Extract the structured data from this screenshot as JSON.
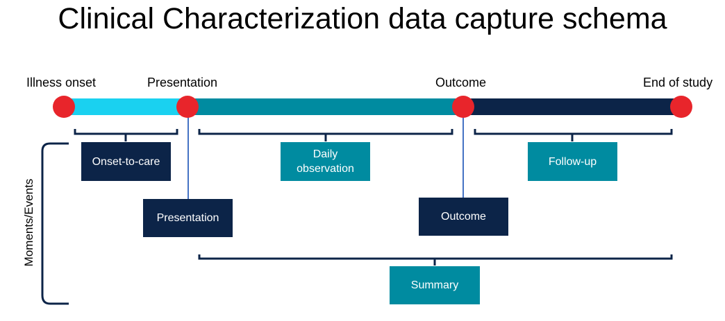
{
  "title": "Clinical Characterization data capture schema",
  "colors": {
    "node": "#e8252b",
    "light_segment": "#1ad1f0",
    "teal": "#008ba0",
    "navy": "#0c2448",
    "bracket": "#0c2448",
    "connector": "#4472c4"
  },
  "timeline": {
    "labels": {
      "illness_onset": "Illness onset",
      "presentation": "Presentation",
      "outcome": "Outcome",
      "end_of_study": "End of study"
    }
  },
  "boxes": {
    "onset_to_care": "Onset-to-care",
    "daily_observation": "Daily observation",
    "follow_up": "Follow-up",
    "presentation": "Presentation",
    "outcome": "Outcome",
    "summary": "Summary"
  },
  "side_label": "Moments/Events"
}
